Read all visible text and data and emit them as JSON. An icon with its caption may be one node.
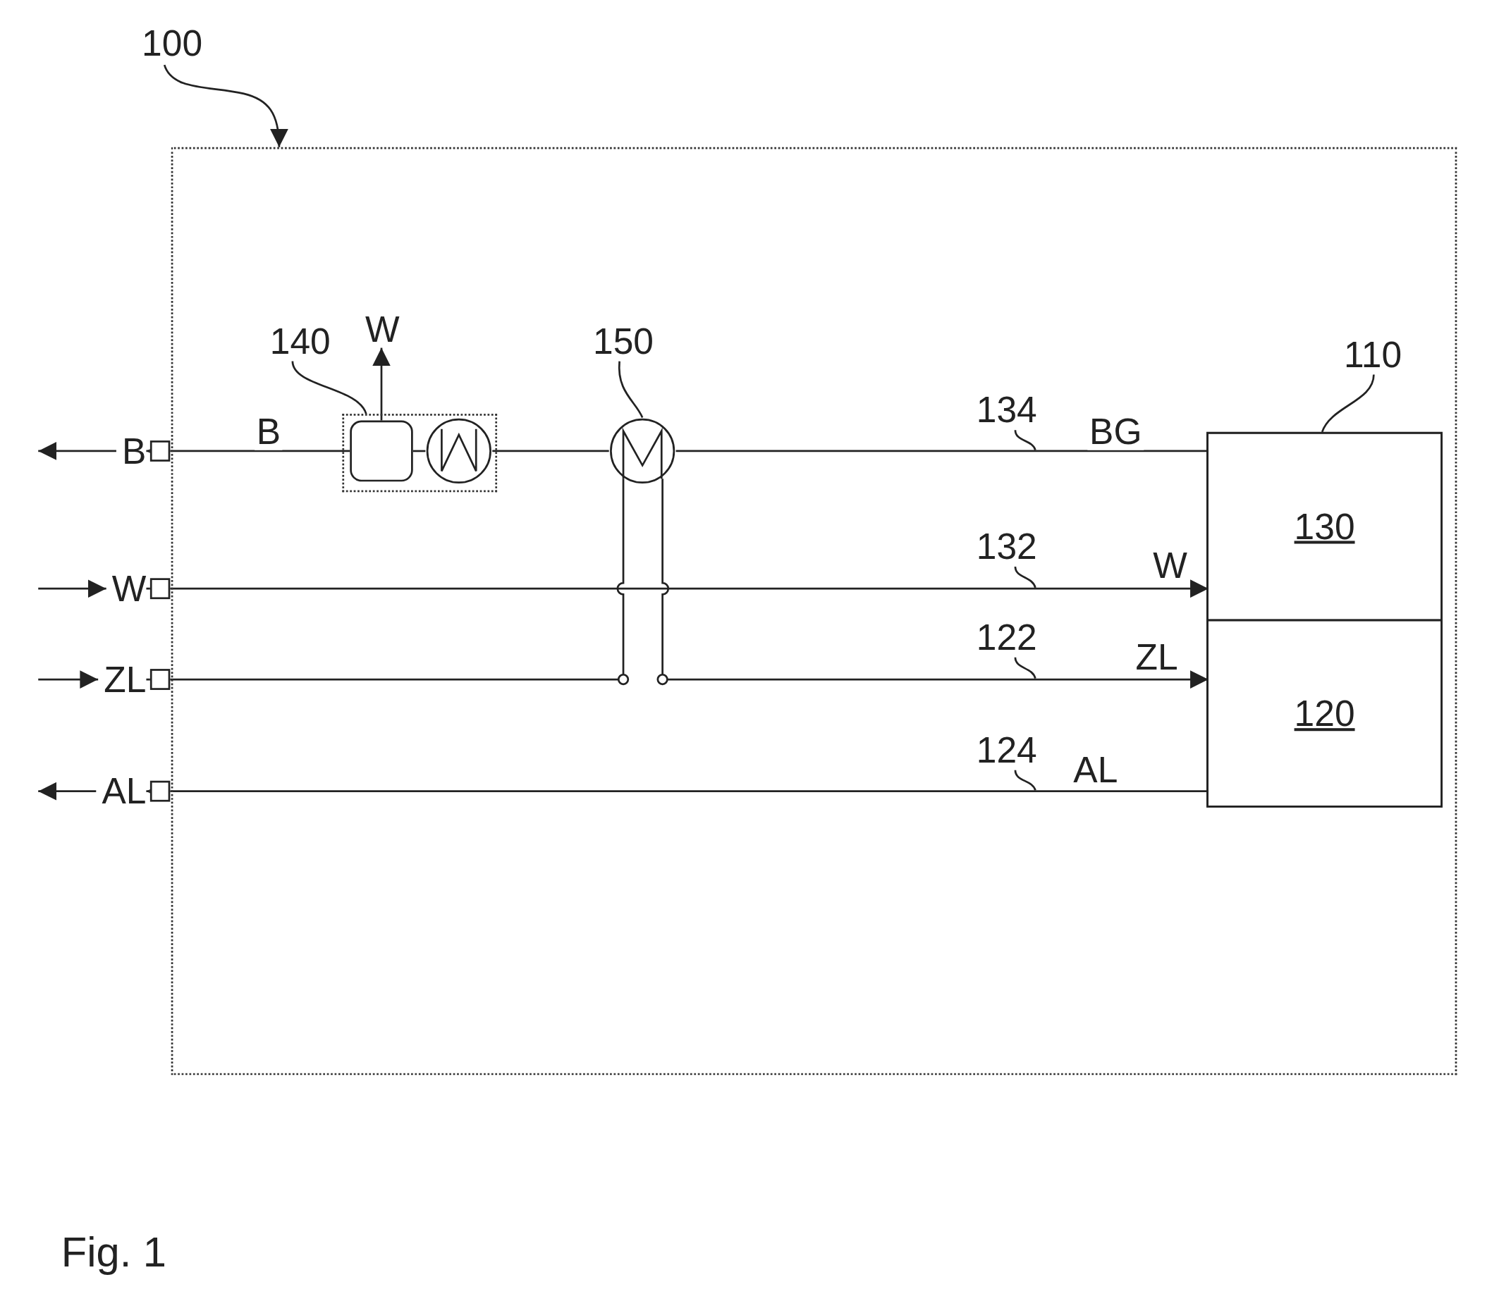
{
  "diagram": {
    "caption": "Fig. 1",
    "nodes": [
      {
        "text": [
          "100"
        ]
      },
      {
        "text": [],
        "shape": "box"
      },
      {
        "text": [
          "B"
        ]
      },
      {
        "text": [
          "W"
        ]
      },
      {
        "text": [
          "ZL"
        ]
      },
      {
        "text": [
          "AL"
        ]
      },
      {
        "text": [
          "140"
        ],
        "in": 1
      },
      {
        "text": [],
        "shape": "box",
        "in": 1
      },
      {
        "text": [],
        "shape": "box",
        "in": 7
      },
      {
        "text": [],
        "shape": "circle",
        "in": 7
      },
      {
        "text": [
          "W"
        ],
        "in": 1
      },
      {
        "text": [
          "150"
        ],
        "in": 1
      },
      {
        "text": [],
        "shape": "circle",
        "in": 1
      },
      {
        "text": [
          "110"
        ],
        "in": 1
      },
      {
        "text": [],
        "shape": "box",
        "in": 1
      },
      {
        "text": [
          "130"
        ],
        "in": 14
      },
      {
        "text": [
          "120"
        ],
        "in": 14
      },
      {
        "text": [
          "134"
        ],
        "in": 1
      },
      {
        "text": [
          "132"
        ],
        "in": 1
      },
      {
        "text": [
          "122"
        ],
        "in": 1
      },
      {
        "text": [
          "124"
        ],
        "in": 1
      }
    ],
    "edges": [
      {
        "from": 0,
        "to": 1,
        "arrow": "to"
      },
      {
        "from": 6,
        "to": 7,
        "arrow": "none"
      },
      {
        "from": 11,
        "to": 12,
        "arrow": "none"
      },
      {
        "from": 13,
        "to": 14,
        "arrow": "none"
      },
      {
        "from": 17,
        "to": null,
        "arrow": "none"
      },
      {
        "from": 18,
        "to": null,
        "arrow": "none"
      },
      {
        "from": 19,
        "to": null,
        "arrow": "none"
      },
      {
        "from": 20,
        "to": null,
        "arrow": "none"
      },
      {
        "from": 2,
        "to": null,
        "arrow": "to"
      },
      {
        "from": null,
        "to": 3,
        "arrow": "to"
      },
      {
        "from": null,
        "to": 4,
        "arrow": "to"
      },
      {
        "from": 5,
        "to": null,
        "arrow": "to"
      },
      {
        "from": 15,
        "to": 12,
        "arrow": "none",
        "label": "BG"
      },
      {
        "from": 12,
        "to": 9,
        "arrow": "none"
      },
      {
        "from": 9,
        "to": 8,
        "arrow": "none"
      },
      {
        "from": 8,
        "to": 2,
        "arrow": "to",
        "label": "B"
      },
      {
        "from": 8,
        "to": 10,
        "arrow": "to"
      },
      {
        "from": 3,
        "to": 15,
        "arrow": "to",
        "label": "W"
      },
      {
        "from": 4,
        "to": 12,
        "arrow": "none"
      },
      {
        "from": 12,
        "to": 16,
        "arrow": "to",
        "label": "ZL"
      },
      {
        "from": 16,
        "to": 5,
        "arrow": "to",
        "label": "AL"
      }
    ]
  }
}
